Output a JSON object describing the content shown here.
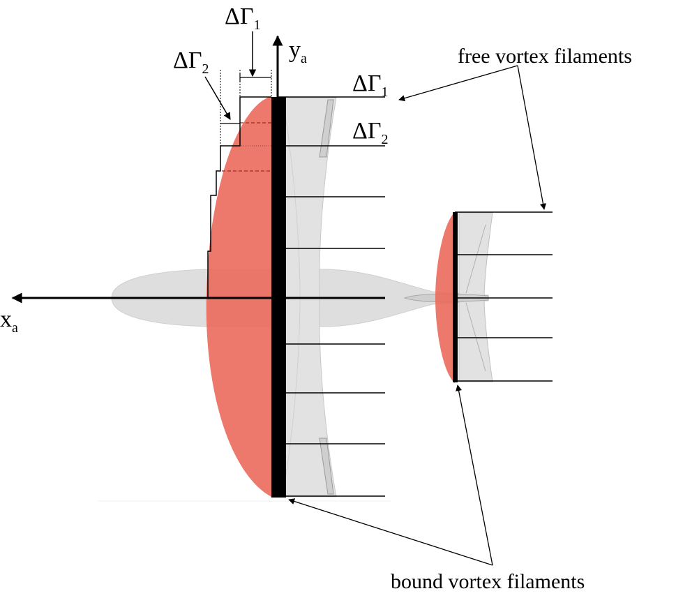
{
  "labels": {
    "free_vortex": "free vortex filaments",
    "bound_vortex": "bound vortex filaments",
    "axis_x": "x",
    "axis_x_sub": "a",
    "axis_y": "y",
    "axis_y_sub": "a",
    "delta_gamma_1_top": "ΔΓ",
    "delta_gamma_1_top_sub": "1",
    "delta_gamma_2_top": "ΔΓ",
    "delta_gamma_2_top_sub": "2",
    "delta_gamma_1_right": "ΔΓ",
    "delta_gamma_1_right_sub": "1",
    "delta_gamma_2_right": "ΔΓ",
    "delta_gamma_2_right_sub": "2"
  },
  "colors": {
    "circulation_fill": "#e8665a",
    "aircraft_fill": "#dcdcdc",
    "aircraft_edge": "#bdbdbd",
    "filament": "#000000",
    "dashed": "#a02020"
  }
}
